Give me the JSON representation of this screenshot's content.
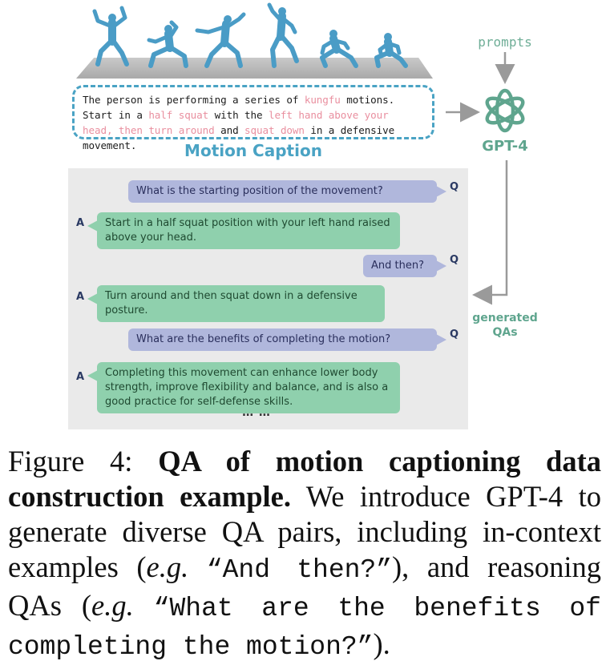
{
  "caption_box": {
    "segments": [
      {
        "text": "The person is performing a series of ",
        "highlight": false
      },
      {
        "text": "kungfu",
        "highlight": true
      },
      {
        "text": " motions. Start in a ",
        "highlight": false
      },
      {
        "text": "half squat",
        "highlight": true
      },
      {
        "text": " with the ",
        "highlight": false
      },
      {
        "text": "left hand above your head",
        "highlight": true
      },
      {
        "text": ", ",
        "highlight": false
      },
      {
        "text": "then turn around",
        "highlight": true
      },
      {
        "text": " and ",
        "highlight": false
      },
      {
        "text": "squat down",
        "highlight": true
      },
      {
        "text": " in a defensive movement.",
        "highlight": false
      }
    ],
    "title": "Motion Caption"
  },
  "labels": {
    "prompts": "prompts",
    "gpt": "GPT-4",
    "generated_line1": "generated",
    "generated_line2": "QAs",
    "q_tag": "Q",
    "a_tag": "A",
    "ellipsis": "… …"
  },
  "qa": [
    {
      "role": "Q",
      "text": "What is the starting position of the movement?"
    },
    {
      "role": "A",
      "text": "Start in a half squat position with your left hand raised above your head."
    },
    {
      "role": "Q",
      "text": "And then?"
    },
    {
      "role": "A",
      "text": "Turn around and then squat down in a defensive posture."
    },
    {
      "role": "Q",
      "text": "What are the benefits of completing the motion?"
    },
    {
      "role": "A",
      "text": "Completing this movement can enhance lower body strength, improve flexibility and balance, and is also a good practice for self-defense skills."
    }
  ],
  "figure_caption": {
    "label": "Figure 4:",
    "bold_title": "QA of motion captioning data construction example.",
    "text1": " We introduce GPT-4 to generate diverse QA pairs, including in-context examples (",
    "eg1": "e.g.",
    "example1": "“And then?”",
    "text2": "), and reasoning QAs (",
    "eg2": "e.g.",
    "example2": "“What are the benefits of completing the motion?”",
    "text3": ")."
  },
  "colors": {
    "caption_accent": "#4aa3c4",
    "highlight": "#e98f9f",
    "question_bubble": "#b0b7dc",
    "answer_bubble": "#8fd0ad",
    "gpt_green": "#5fa58e",
    "figure_blue": "#4a9cc6"
  }
}
